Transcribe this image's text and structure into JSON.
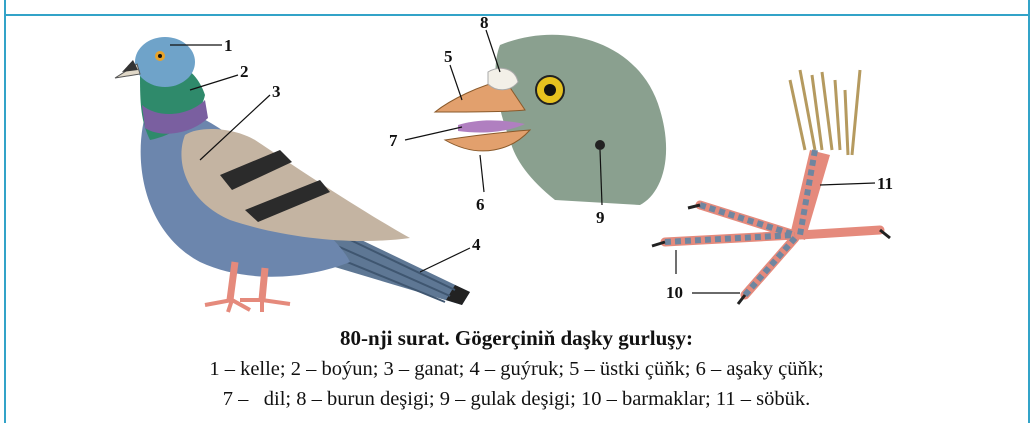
{
  "figure": {
    "labels": [
      "1",
      "2",
      "3",
      "4",
      "5",
      "6",
      "7",
      "8",
      "9",
      "10",
      "11"
    ],
    "caption_title": "80-nji surat. Gögerçiniň daşky gurluşy:",
    "caption_line_1": "1 – kelle; 2 – boýun; 3 – ganat; 4 – guýruk; 5 – üstki çüňk; 6 – aşaky çüňk;",
    "caption_line_2": "7 –   dil; 8 – burun deşigi; 9 – gulak deşigi; 10 – barmaklar; 11 – söbük."
  },
  "colors": {
    "border": "#33a3c8",
    "pigeon_head": "#6fa3c9",
    "pigeon_neck": "#2f8a6b",
    "pigeon_body": "#6c86ad",
    "wing": "#c4b4a2",
    "wing_bars": "#2b2b2b",
    "feet": "#e58a7c",
    "beak": "#e2a06d",
    "head_closeup": "#8aa08f",
    "toe_scales": "#6f86a0"
  }
}
